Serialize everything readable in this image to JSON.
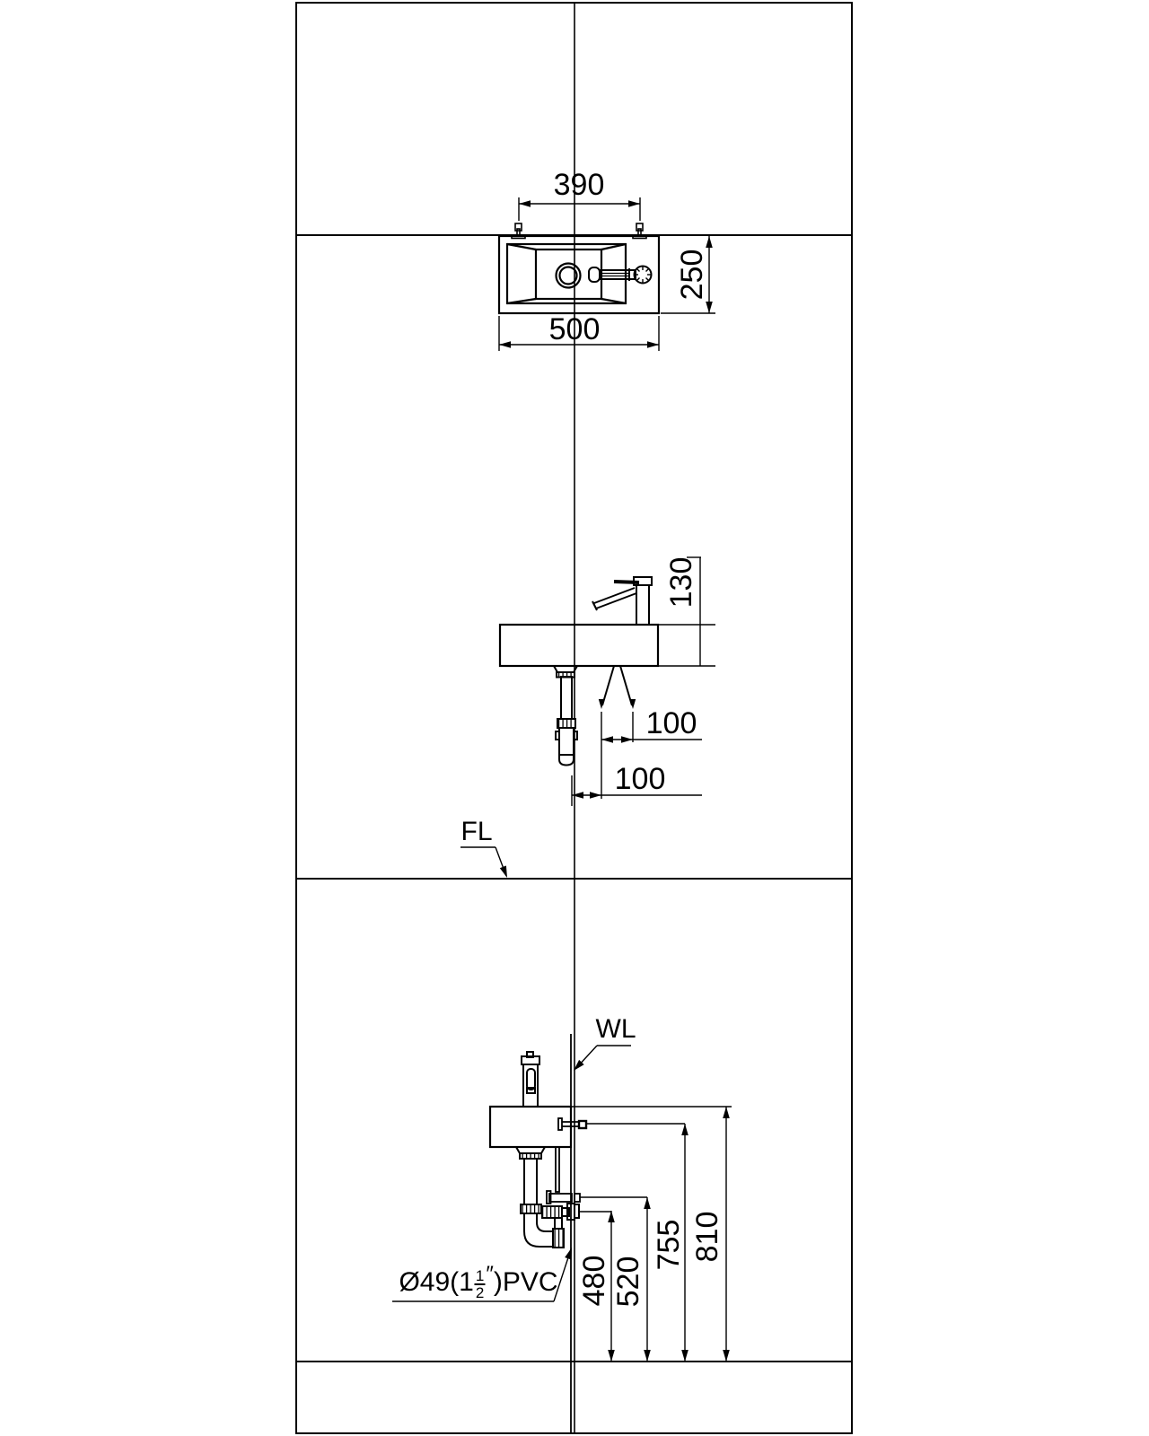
{
  "drawing_type": "wall-hung washbasin installation diagram",
  "dimensions": {
    "plan_bolt_spacing": "390",
    "plan_width": "500",
    "plan_depth": "250",
    "side_faucet_height": "130",
    "side_bracket_spacing": "100",
    "side_drain_offset": "100",
    "rear_waste_outlet_height": "480",
    "rear_supply_height": "520",
    "rear_upper_supply_height": "755",
    "rear_rim_height": "810"
  },
  "labels": {
    "floor_line": "FL",
    "wall_line": "WL",
    "pipe_pre": "Ø49(1",
    "pipe_frac_num": "1",
    "pipe_frac_den": "2",
    "pipe_inch_mark": "″",
    "pipe_post": ")PVC"
  },
  "colors": {
    "line": "#000000",
    "background": "#ffffff"
  }
}
